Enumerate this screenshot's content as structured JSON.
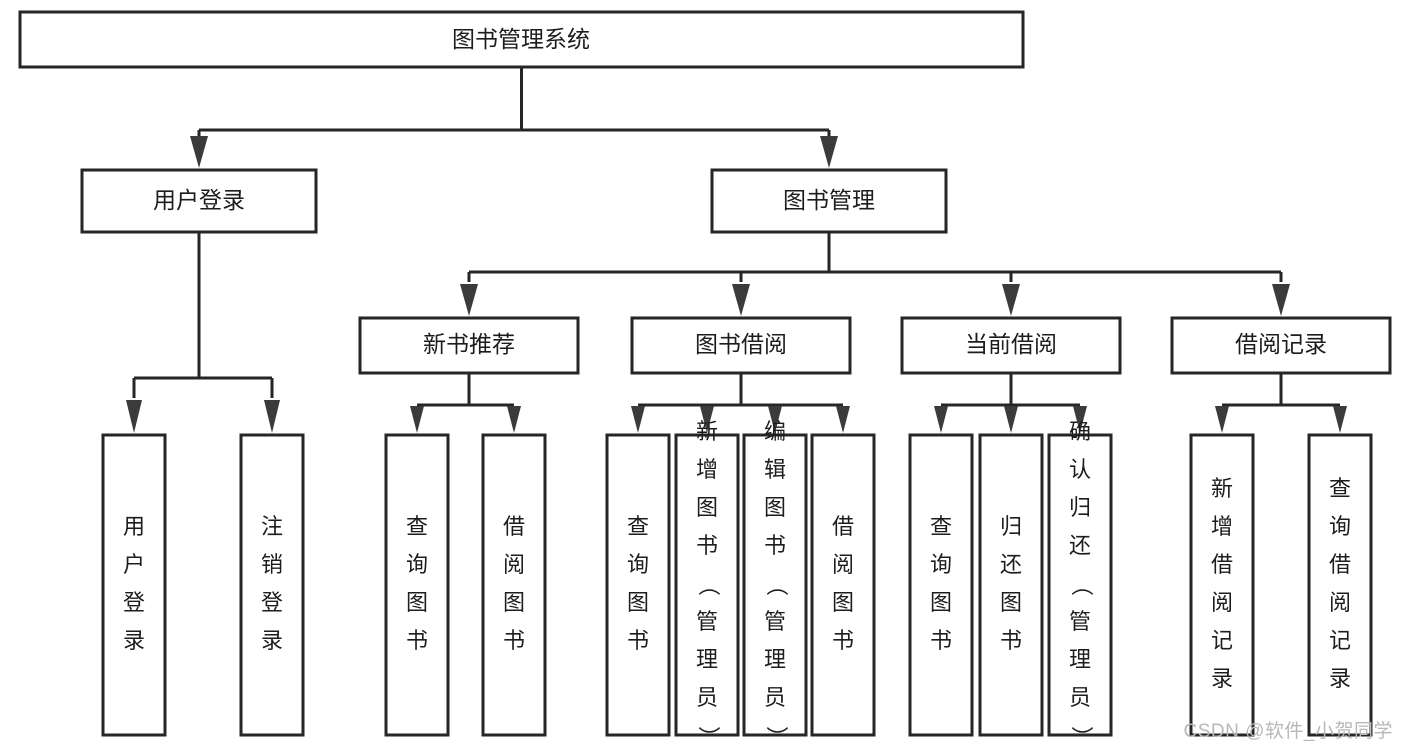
{
  "diagram": {
    "title": "图书管理系统",
    "type": "tree",
    "orientation": "top-down",
    "colors": {
      "box_fill": "#ffffff",
      "box_stroke": "#262626",
      "connector": "#262626",
      "arrow": "#3b3b3b",
      "label_text": "#1d1d1d",
      "watermark_text": "#b8b8b8",
      "background": "#ffffff"
    },
    "root": {
      "label": "图书管理系统"
    },
    "level2": [
      {
        "label": "用户登录"
      },
      {
        "label": "图书管理"
      }
    ],
    "level3": [
      {
        "label": "新书推荐"
      },
      {
        "label": "图书借阅"
      },
      {
        "label": "当前借阅"
      },
      {
        "label": "借阅记录"
      }
    ],
    "leaves": {
      "user_login": [
        {
          "label": "用户登录"
        },
        {
          "label": "注销登录"
        }
      ],
      "new_book_recommend": [
        {
          "label": "查询图书"
        },
        {
          "label": "借阅图书"
        }
      ],
      "book_borrow": [
        {
          "label": "查询图书"
        },
        {
          "label": "新增图书（管理员）"
        },
        {
          "label": "编辑图书（管理员）"
        },
        {
          "label": "借阅图书"
        }
      ],
      "current_borrow": [
        {
          "label": "查询图书"
        },
        {
          "label": "归还图书"
        },
        {
          "label": "确认归还（管理员）"
        }
      ],
      "borrow_record": [
        {
          "label": "新增借阅记录"
        },
        {
          "label": "查询借阅记录"
        }
      ]
    },
    "watermark": "CSDN @软件_小贺同学"
  }
}
